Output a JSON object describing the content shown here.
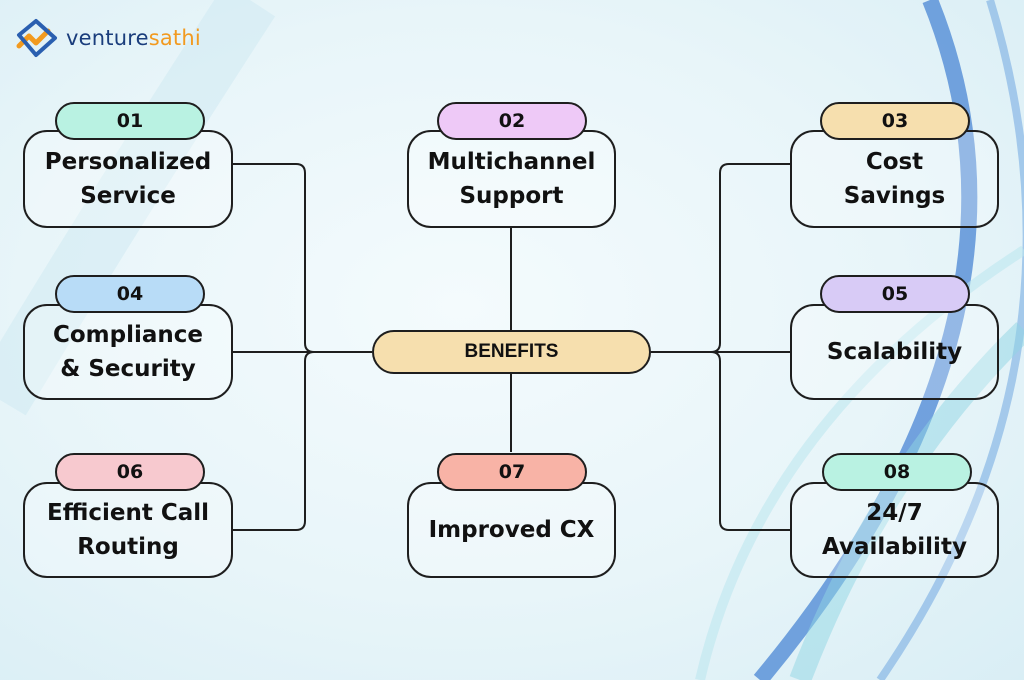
{
  "brand": {
    "part1": "venture",
    "part2": "sathi"
  },
  "center": {
    "label": "BENEFITS",
    "color": "#f6dfae"
  },
  "benefits": [
    {
      "number": "01",
      "label": "Personalized\nService",
      "color": "#b9f2e2"
    },
    {
      "number": "02",
      "label": "Multichannel\nSupport",
      "color": "#eec9f7"
    },
    {
      "number": "03",
      "label": "Cost\nSavings",
      "color": "#f6dfae"
    },
    {
      "number": "04",
      "label": "Compliance\n& Security",
      "color": "#b8dcf7"
    },
    {
      "number": "05",
      "label": "Scalability",
      "color": "#d8cbf6"
    },
    {
      "number": "06",
      "label": "Efficient Call\nRouting",
      "color": "#f7c9cf"
    },
    {
      "number": "07",
      "label": "Improved CX",
      "color": "#f8b3a6"
    },
    {
      "number": "08",
      "label": "24/7\nAvailability",
      "color": "#b9f2e2"
    }
  ]
}
